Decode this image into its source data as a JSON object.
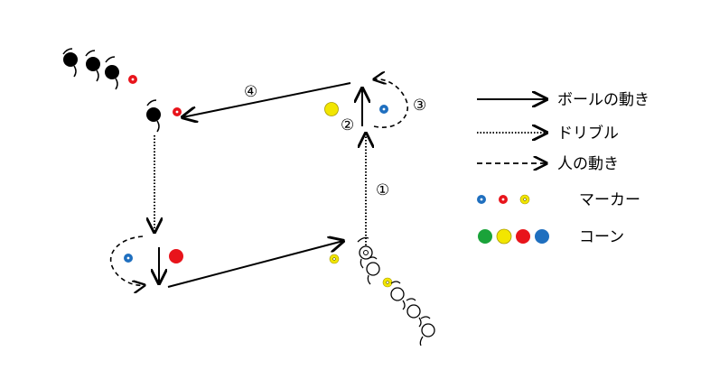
{
  "steps": [
    "①",
    "②",
    "③",
    "④"
  ],
  "legend": {
    "ball_movement": "ボールの動き",
    "dribble": "ドリブル",
    "player_movement": "人の動き",
    "markers": "マーカー",
    "cones": "コーン"
  },
  "colors": {
    "blue": "#1f6fbf",
    "red": "#e8141b",
    "yellow": "#f2e600",
    "green": "#1aa33a",
    "black": "#000000",
    "white": "#ffffff"
  }
}
